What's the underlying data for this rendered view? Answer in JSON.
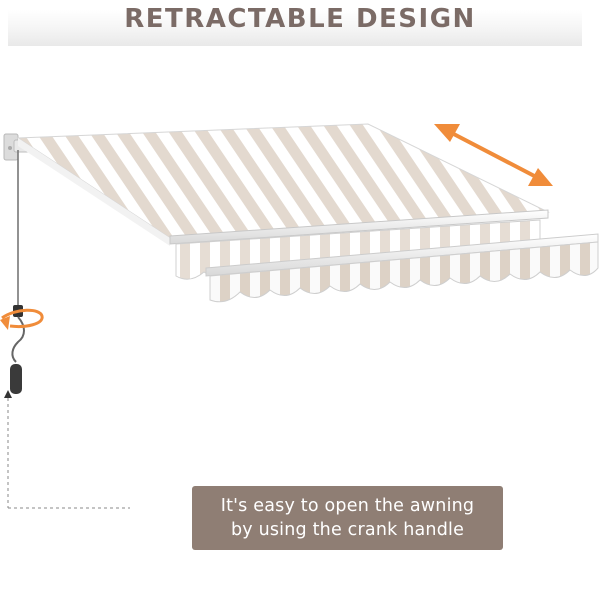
{
  "header": {
    "title": "RETRACTABLE DESIGN"
  },
  "caption": {
    "line1": "It's easy to open the awning",
    "line2": "by using the crank handle"
  },
  "colors": {
    "title": "#7b6b66",
    "caption_background": "#8f7e74",
    "caption_text": "#ffffff",
    "stripe_beige": "#e3d9cf",
    "stripe_white": "#ffffff",
    "arrow": "#f08c3a"
  },
  "icons": {
    "extend_arrow": "double-headed-arrow-icon",
    "rotate_arrow": "rotation-arrow-icon"
  }
}
